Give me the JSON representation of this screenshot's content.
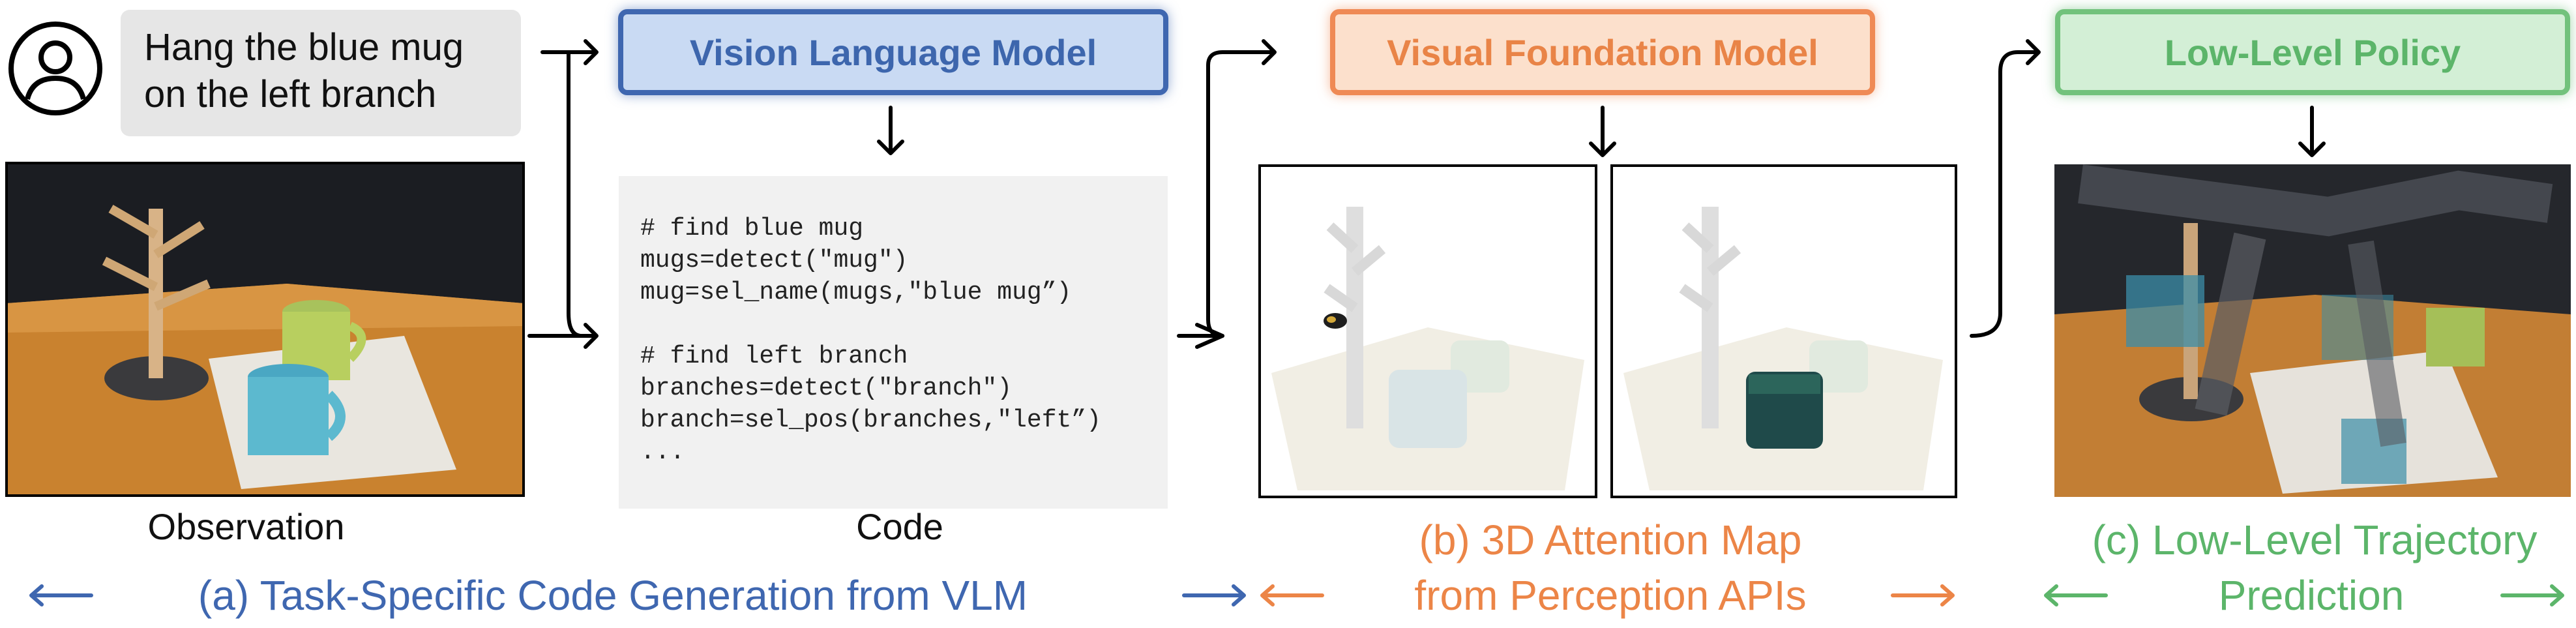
{
  "instruction": {
    "line1": "Hang the blue mug",
    "line2": "on the left branch"
  },
  "models": {
    "vlm": "Vision Language Model",
    "vfm": "Visual Foundation Model",
    "policy": "Low-Level Policy"
  },
  "code": {
    "lines": [
      "# find blue mug",
      "mugs=detect(\"mug\")",
      "mug=sel_name(mugs,\"blue mug”)",
      "",
      "# find left branch",
      "branches=detect(\"branch\")",
      "branch=sel_pos(branches,\"left”)",
      "..."
    ]
  },
  "captions": {
    "observation": "Observation",
    "code": "Code"
  },
  "stages": {
    "a": "(a) Task-Specific Code Generation from VLM",
    "b_line1": "(b) 3D Attention Map",
    "b_line2": "from Perception APIs",
    "c_line1": "(c) Low-Level Trajectory",
    "c_line2": "Prediction"
  },
  "colors": {
    "blue": "#3f67b0",
    "orange": "#ec8547",
    "green": "#5cb56a"
  },
  "icons": [
    "user-icon",
    "arrow-icon"
  ]
}
